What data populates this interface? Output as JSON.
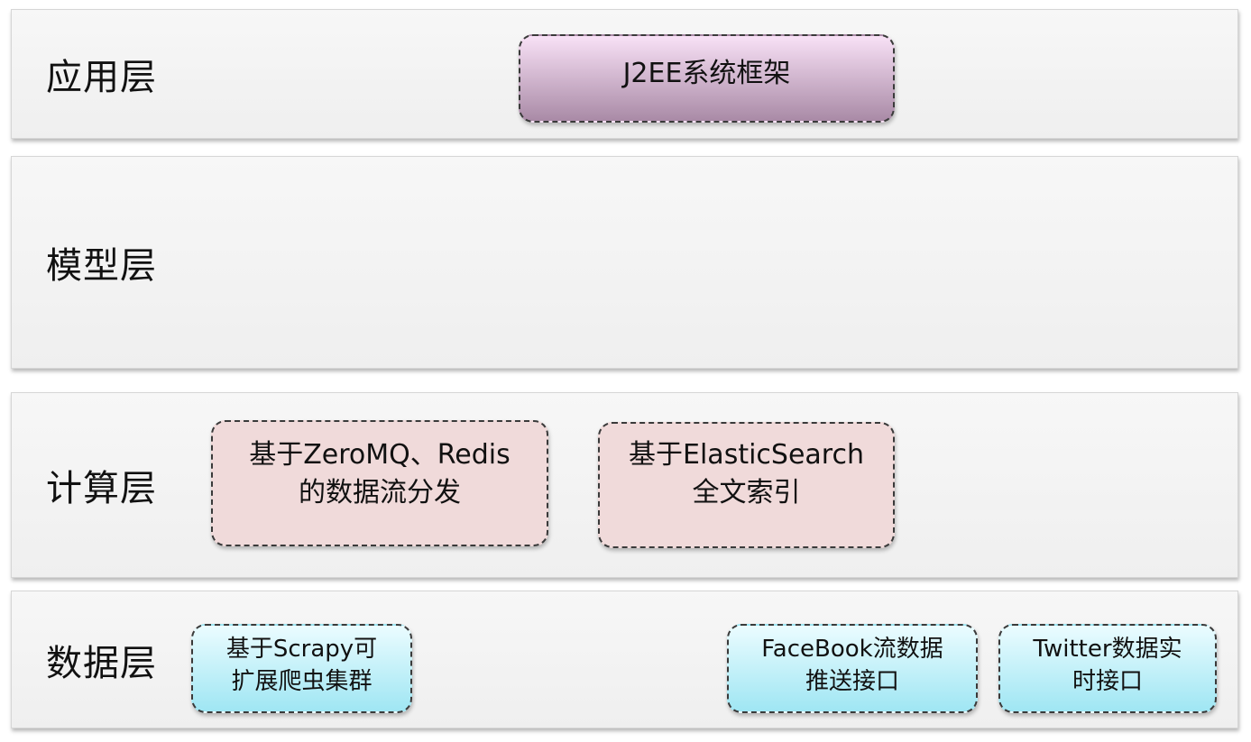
{
  "layers": {
    "application": {
      "label": "应用层",
      "boxes": [
        {
          "lines": [
            "J2EE系统框架"
          ]
        }
      ]
    },
    "model": {
      "label": "模型层"
    },
    "compute": {
      "label": "计算层",
      "boxes": [
        {
          "lines": [
            "基于ZeroMQ、Redis",
            "的数据流分发"
          ]
        },
        {
          "lines": [
            "基于ElasticSearch",
            "全文索引"
          ]
        }
      ]
    },
    "data": {
      "label": "数据层",
      "boxes": [
        {
          "lines": [
            "基于Scrapy可",
            "扩展爬虫集群"
          ]
        },
        {
          "lines": [
            "FaceBook流数据",
            "推送接口"
          ]
        },
        {
          "lines": [
            "Twitter数据实",
            "时接口"
          ]
        }
      ]
    }
  },
  "colors": {
    "application_box": "#d9b8d6",
    "compute_box": "#f0dada",
    "data_box": "#c7f2fa"
  }
}
